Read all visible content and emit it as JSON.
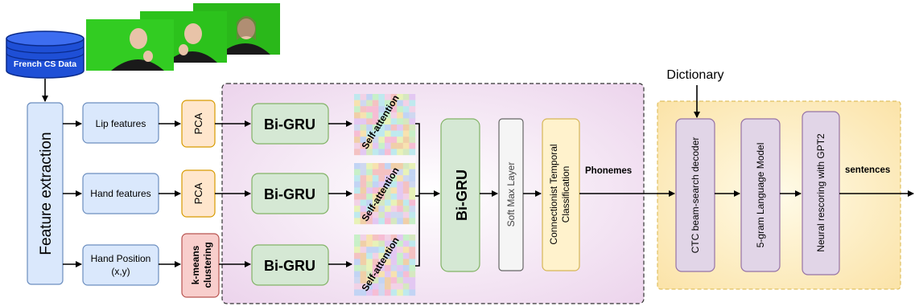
{
  "database": {
    "label": "French CS Data"
  },
  "frames": {
    "count": 3
  },
  "feature_extraction": {
    "label": "Feature extraction"
  },
  "inputs": [
    {
      "label": "Lip features"
    },
    {
      "label": "Hand features"
    },
    {
      "label": "Hand Position",
      "sublabel": "(x,y)"
    }
  ],
  "reducers": [
    {
      "label": "PCA"
    },
    {
      "label": "PCA"
    },
    {
      "label": "k-means",
      "sublabel": "clustering"
    }
  ],
  "bigru_label": "Bi-GRU",
  "self_attention_label": "Self-attention",
  "central_bigru": {
    "label": "Bi-GRU"
  },
  "softmax": {
    "label": "Soft Max Layer"
  },
  "ctc": {
    "line1": "Connectionist Temporal",
    "line2": "Classification"
  },
  "phonemes_label": "Phonemes",
  "dictionary_label": "Dictionary",
  "decoder_blocks": [
    {
      "label": "CTC beam-search decoder"
    },
    {
      "label": "5-gram Language Model"
    },
    {
      "label": "Neural rescoring with GPT2"
    }
  ],
  "sentences_label": "sentences",
  "colors": {
    "blue_fill": "#dae8fc",
    "blue_stroke": "#6c8ebf",
    "orange_fill": "#ffe6cc",
    "orange_stroke": "#d79b00",
    "red_fill": "#f8cecc",
    "red_stroke": "#b85450",
    "green_fill": "#d5e8d4",
    "green_stroke": "#82b366",
    "purple_fill": "#e1d5e7",
    "purple_stroke": "#9673a6",
    "yellow_fill": "#fff2cc",
    "yellow_stroke": "#d6b656",
    "db_fill": "#1e4fd6"
  }
}
